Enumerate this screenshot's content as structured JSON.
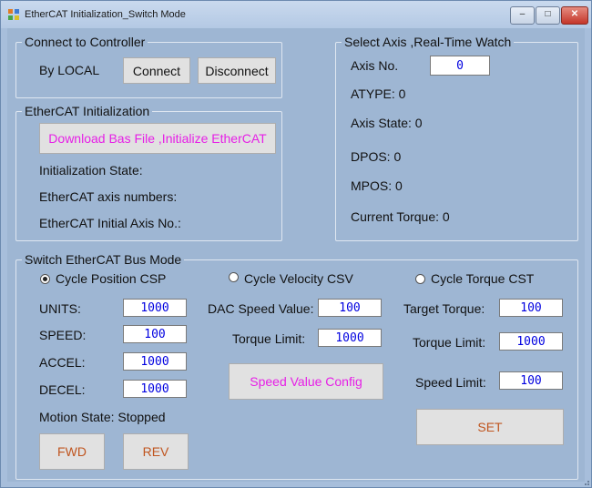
{
  "window": {
    "title": "EtherCAT Initialization_Switch Mode",
    "minimize_label": "–",
    "maximize_label": "□",
    "close_label": "✕"
  },
  "connect": {
    "legend": "Connect to Controller",
    "mode_label": "By LOCAL",
    "connect_label": "Connect",
    "disconnect_label": "Disconnect"
  },
  "init": {
    "legend": "EtherCAT Initialization",
    "download_label": "Download Bas File ,Initialize EtherCAT",
    "state_label": "Initialization State:",
    "axis_numbers_label": "EtherCAT axis numbers:",
    "initial_axis_label": "EtherCAT Initial Axis No.:"
  },
  "watch": {
    "legend": "Select Axis ,Real-Time Watch",
    "axis_no_label": "Axis No.",
    "axis_no_value": "0",
    "atype": "ATYPE: 0",
    "axis_state": "Axis State: 0",
    "dpos": "DPOS: 0",
    "mpos": "MPOS: 0",
    "current_torque": "Current Torque: 0"
  },
  "bus": {
    "legend": "Switch EtherCAT Bus Mode",
    "csp": {
      "radio_label": "Cycle Position CSP",
      "selected": true,
      "units_label": "UNITS:",
      "units_value": "1000",
      "speed_label": "SPEED:",
      "speed_value": "100",
      "accel_label": "ACCEL:",
      "accel_value": "1000",
      "decel_label": "DECEL:",
      "decel_value": "1000",
      "motion_state": "Motion State: Stopped",
      "fwd_label": "FWD",
      "rev_label": "REV"
    },
    "csv": {
      "radio_label": "Cycle Velocity CSV",
      "selected": false,
      "dac_label": "DAC Speed Value:",
      "dac_value": "100",
      "torque_limit_label": "Torque Limit:",
      "torque_limit_value": "1000",
      "config_label": "Speed Value Config"
    },
    "cst": {
      "radio_label": "Cycle Torque CST",
      "selected": false,
      "target_label": "Target Torque:",
      "target_value": "100",
      "torque_limit_label": "Torque Limit:",
      "torque_limit_value": "1000",
      "speed_limit_label": "Speed Limit:",
      "speed_limit_value": "100",
      "set_label": "SET"
    }
  },
  "colors": {
    "client_bg": "#9eb6d3",
    "accent_magenta": "#e61fe6",
    "accent_orange": "#c0551f",
    "value_blue": "#0000e0"
  }
}
